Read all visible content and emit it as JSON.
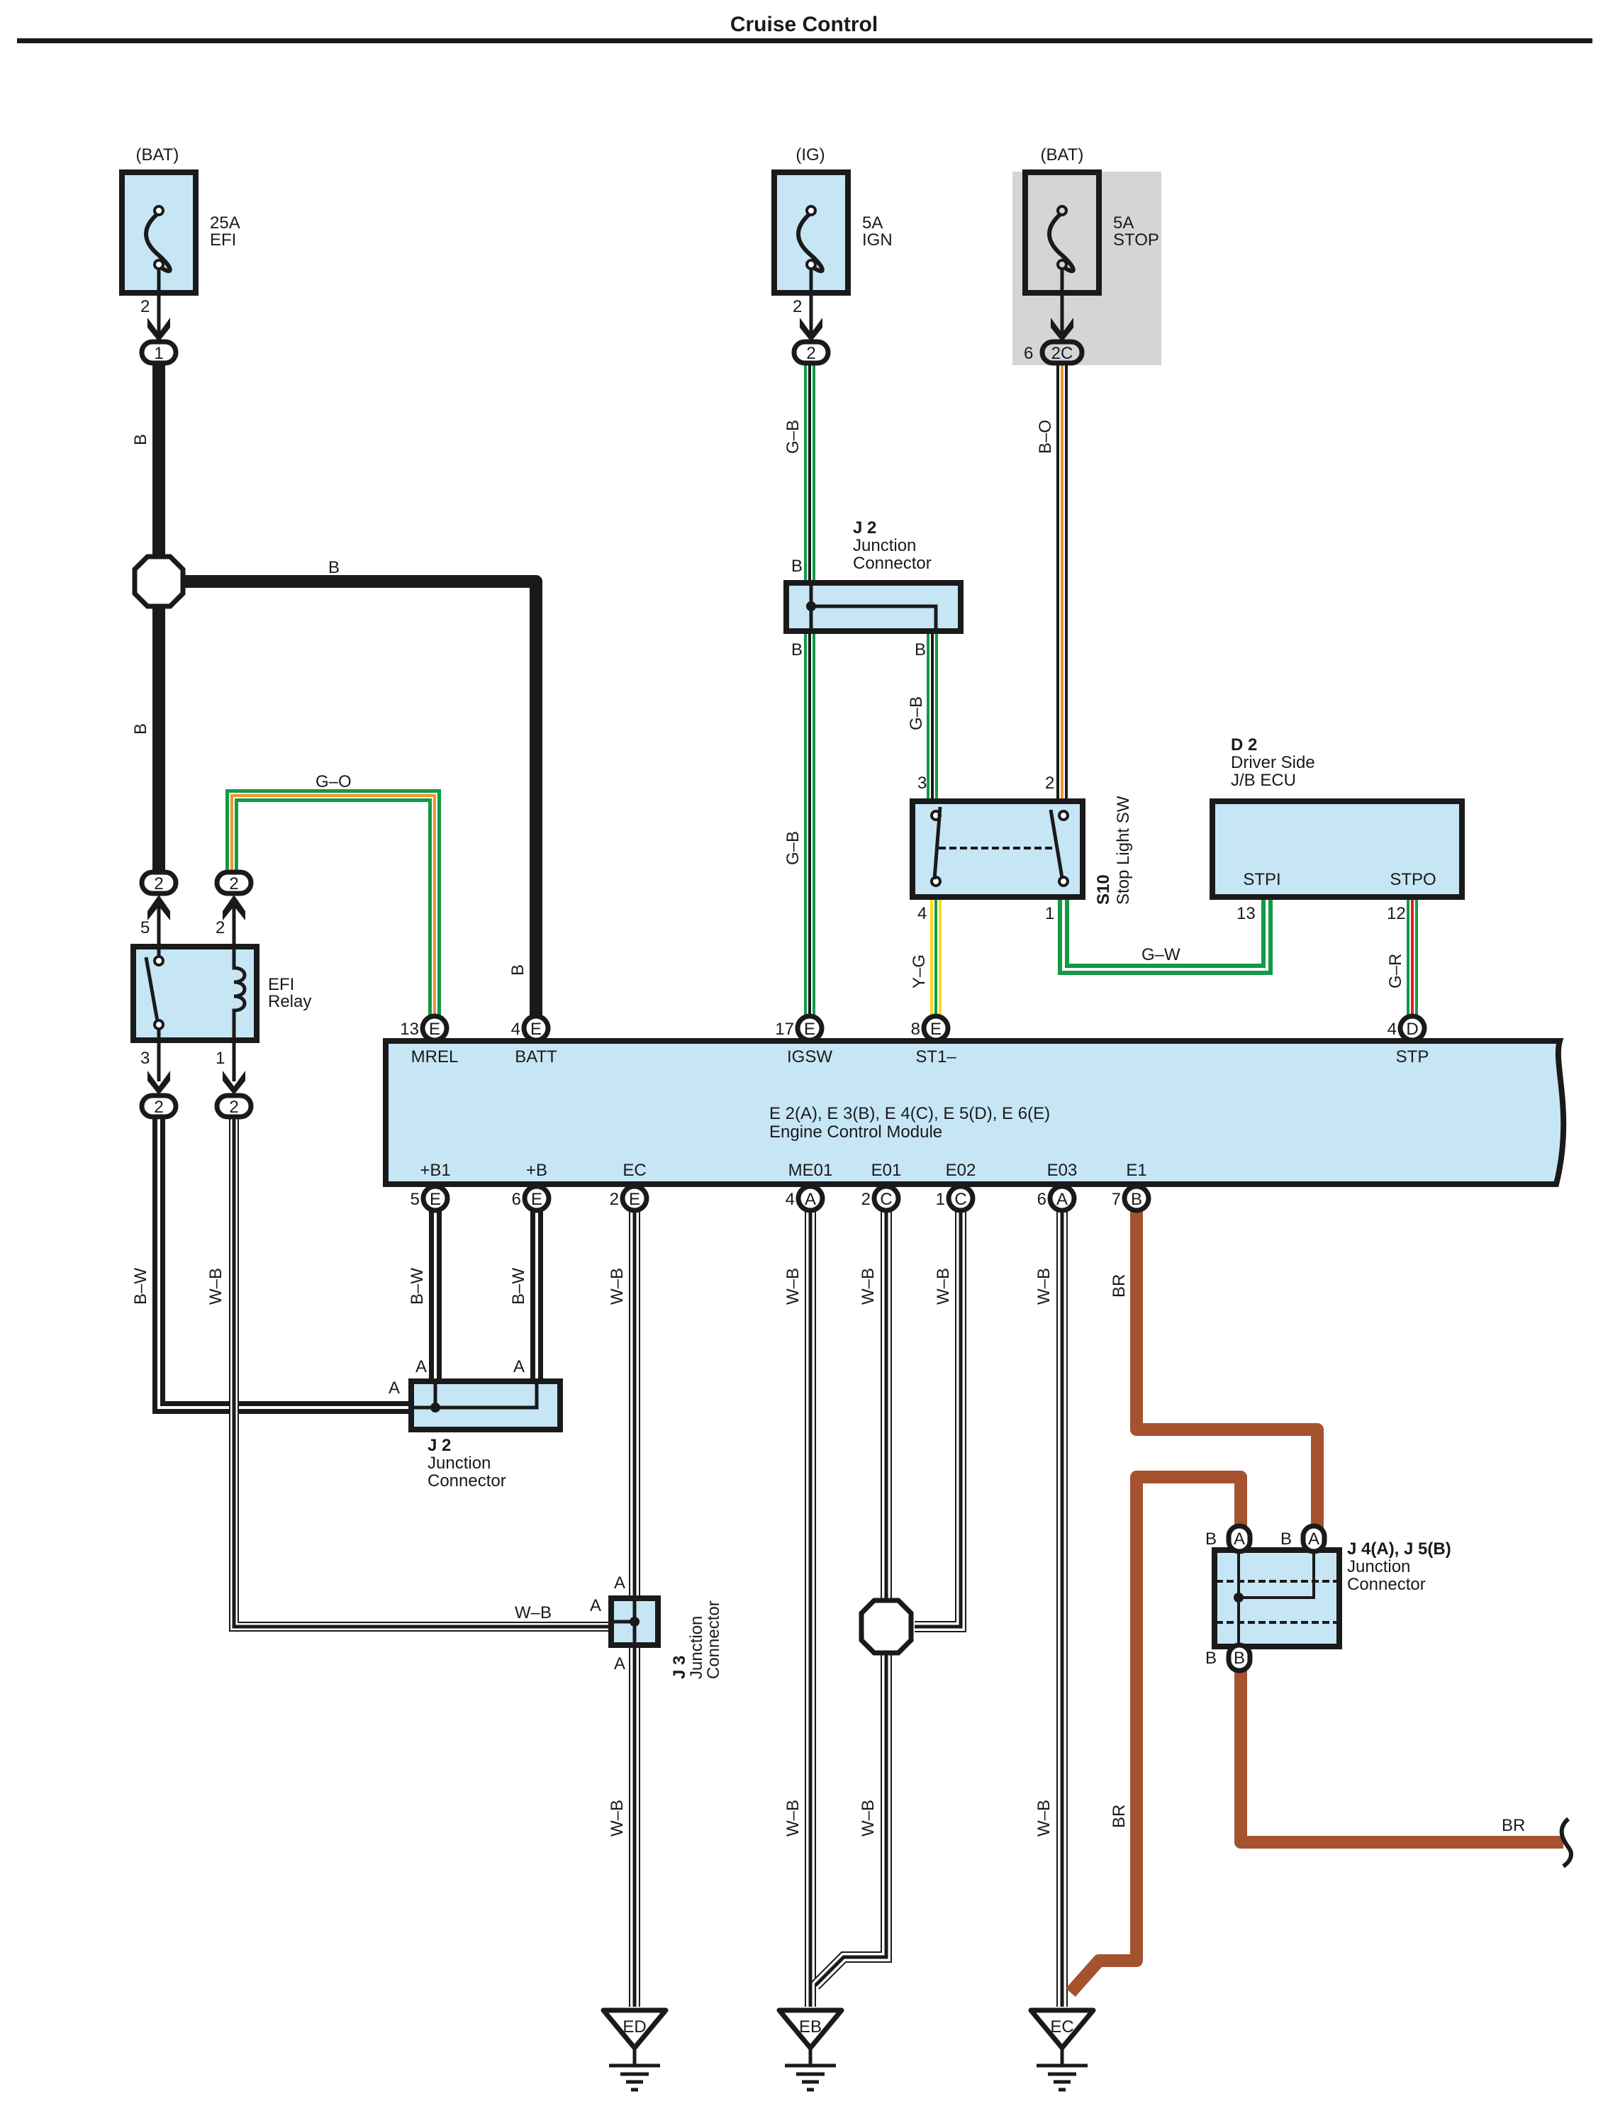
{
  "header": {
    "title": "Cruise Control"
  },
  "colors": {
    "black": "#1a1a1a",
    "green": "#129a45",
    "orange": "#f0952a",
    "yellow": "#f7dc1b",
    "red": "#e02020",
    "brown": "#a5532f",
    "component_fill": "#c6e6f6",
    "shade": "#d3d5d7"
  },
  "fuses": [
    {
      "source": "(BAT)",
      "rating": "25A",
      "name": "EFI",
      "pin": "2",
      "connector": "1",
      "shaded": false
    },
    {
      "source": "(IG)",
      "rating": "5A",
      "name": "IGN",
      "pin": "2",
      "connector": "2",
      "shaded": false
    },
    {
      "source": "(BAT)",
      "rating": "5A",
      "name": "STOP",
      "pin": "6",
      "connector": "2C",
      "shaded": true
    }
  ],
  "efi_relay": {
    "name": "EFI",
    "name2": "Relay",
    "pins": {
      "switch_in": "5",
      "switch_out": "3",
      "coil_in": "2",
      "coil_out": "1"
    },
    "connectors": {
      "top_left": "2",
      "top_right": "2",
      "bottom_left": "2",
      "bottom_right": "2"
    }
  },
  "ecm": {
    "code": "E 2(A), E 3(B), E 4(C), E 5(D), E 6(E)",
    "name": "Engine Control Module",
    "top_pins": [
      {
        "terminal": "MREL",
        "pin": "13",
        "conn": "E"
      },
      {
        "terminal": "BATT",
        "pin": "4",
        "conn": "E"
      },
      {
        "terminal": "IGSW",
        "pin": "17",
        "conn": "E"
      },
      {
        "terminal": "ST1–",
        "pin": "8",
        "conn": "E"
      },
      {
        "terminal": "STP",
        "pin": "4",
        "conn": "D"
      }
    ],
    "bottom_pins": [
      {
        "terminal": "+B1",
        "pin": "5",
        "conn": "E"
      },
      {
        "terminal": "+B",
        "pin": "6",
        "conn": "E"
      },
      {
        "terminal": "EC",
        "pin": "2",
        "conn": "E"
      },
      {
        "terminal": "ME01",
        "pin": "4",
        "conn": "A"
      },
      {
        "terminal": "E01",
        "pin": "2",
        "conn": "C"
      },
      {
        "terminal": "E02",
        "pin": "1",
        "conn": "C"
      },
      {
        "terminal": "E03",
        "pin": "6",
        "conn": "A"
      },
      {
        "terminal": "E1",
        "pin": "7",
        "conn": "B"
      }
    ]
  },
  "stop_light_sw": {
    "code": "S10",
    "name": "Stop Light SW",
    "pins": {
      "p3": "3",
      "p2": "2",
      "p4": "4",
      "p1": "1"
    }
  },
  "driver_jb_ecu": {
    "code": "D 2",
    "name1": "Driver Side",
    "name2": "J/B ECU",
    "terminals": {
      "stpi": "STPI",
      "stpo": "STPO"
    },
    "pins": {
      "stpi": "13",
      "stpo": "12"
    }
  },
  "j2_upper": {
    "code": "J 2",
    "name1": "Junction",
    "name2": "Connector",
    "pins": {
      "in": "B",
      "out1": "B",
      "out2": "B"
    }
  },
  "j2_lower": {
    "code": "J 2",
    "name1": "Junction",
    "name2": "Connector",
    "pins": {
      "a1": "A",
      "a2": "A",
      "a3": "A"
    }
  },
  "j3": {
    "code": "J 3",
    "name1": "Junction",
    "name2": "Connector",
    "pins": {
      "top": "A",
      "left": "A",
      "bottom": "A"
    }
  },
  "j4j5": {
    "code": "J 4(A), J 5(B)",
    "name1": "Junction",
    "name2": "Connector",
    "pins": [
      {
        "pin": "B",
        "conn": "A"
      },
      {
        "pin": "B",
        "conn": "A"
      },
      {
        "pin": "B",
        "conn": "B"
      }
    ]
  },
  "wire_labels": {
    "efi_fuse_down": "B",
    "efi_branch": "B",
    "efi_to_relay": "B",
    "batt": "B",
    "mrel": "G–O",
    "ign_top": "G–B",
    "ign_lower": "G–B",
    "ign_to_sw": "G–B",
    "stop_fuse": "B–O",
    "st1": "Y–G",
    "stpi": "G–W",
    "stp": "G–R",
    "relay_out": "B–W",
    "relay_coil_out": "W–B",
    "b1": "B–W",
    "b": "B–W",
    "ec": "W–B",
    "me01": "W–B",
    "e01": "W–B",
    "e02": "W–B",
    "e03": "W–B",
    "e1": "BR",
    "j3_in": "W–B",
    "ed_drop": "W–B",
    "eb_drop1": "W–B",
    "eb_drop2": "W–B",
    "ec_drop": "W–B",
    "br_drop": "BR",
    "br_out": "BR"
  },
  "grounds": [
    "ED",
    "EB",
    "EC"
  ]
}
